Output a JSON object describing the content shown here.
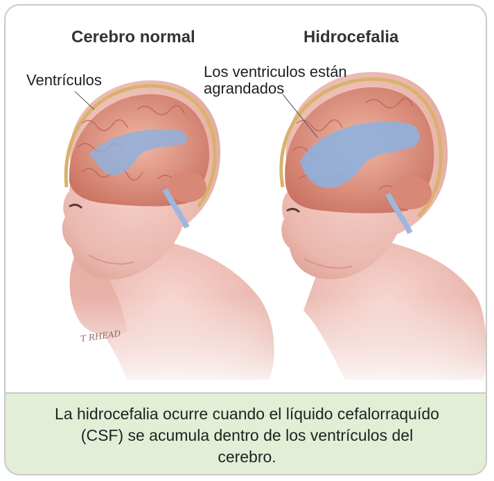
{
  "titles": {
    "normal": "Cerebro normal",
    "hydro": "Hidrocefalia"
  },
  "labels": {
    "ventricles": "Ventrículos",
    "enlarged": "Los ventriculos están agrandados"
  },
  "signature": "T RHEAD",
  "caption": "La hidrocefalia ocurre cuando el líquido cefalorraquído (CSF) se acumula dentro de los ventrículos del cerebro.",
  "colors": {
    "skin": "#f1c4bd",
    "brain": "#e9a593",
    "ventricle": "#8fb0dd",
    "caption_bg": "#e2eed6",
    "border": "#c9c9c9"
  }
}
